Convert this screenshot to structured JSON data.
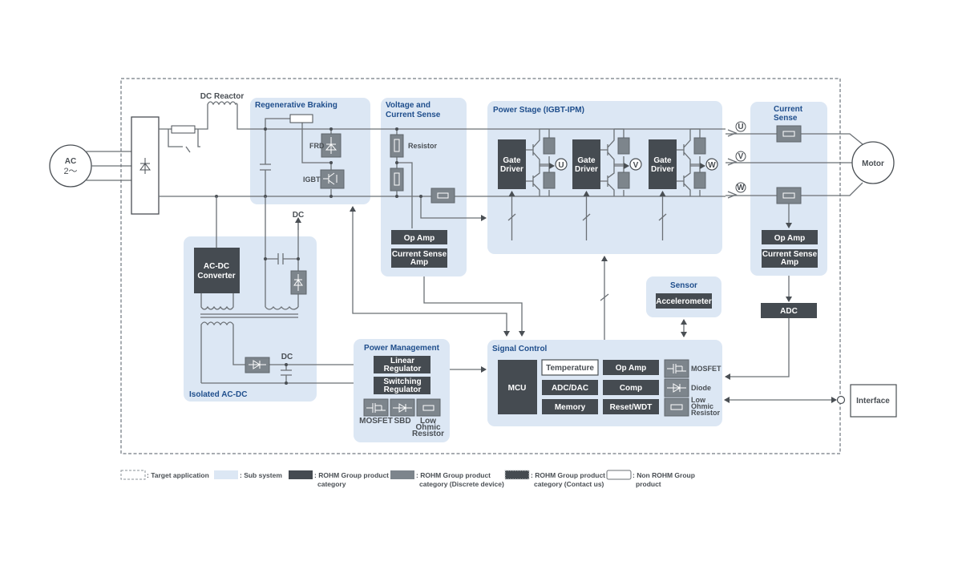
{
  "colors": {
    "subsystem": "#dce7f4",
    "rohm_product": "#454b51",
    "rohm_discrete": "#7d858c",
    "title_blue": "#1f4e8c",
    "wire": "#6b7075"
  },
  "source": {
    "line1": "AC",
    "line2": "2～"
  },
  "dc_reactor": "DC Reactor",
  "motor": "Motor",
  "interface": "Interface",
  "regen": {
    "title": "Regenerative Braking",
    "frd": "FRD",
    "igbt": "IGBT"
  },
  "vcs": {
    "title_1": "Voltage and",
    "title_2": "Current Sense",
    "resistor": "Resistor",
    "opamp": "Op Amp",
    "csa_1": "Current Sense",
    "csa_2": "Amp"
  },
  "power_stage": {
    "title": "Power Stage (IGBT-IPM)",
    "gate_1": "Gate",
    "gate_2": "Driver",
    "phases": [
      "U",
      "V",
      "W"
    ]
  },
  "current_sense": {
    "title_1": "Current",
    "title_2": "Sense",
    "opamp": "Op Amp",
    "csa_1": "Current Sense",
    "csa_2": "Amp",
    "adc": "ADC"
  },
  "isolated": {
    "title": "Isolated AC-DC",
    "conv_1": "AC-DC",
    "conv_2": "Converter",
    "dc_top": "DC",
    "dc_bottom": "DC"
  },
  "power_mgmt": {
    "title": "Power Management",
    "linear_1": "Linear",
    "linear_2": "Regulator",
    "switching_1": "Switching",
    "switching_2": "Regulator",
    "mosfet": "MOSFET",
    "sbd": "SBD",
    "res_1": "Low",
    "res_2": "Ohmic",
    "res_3": "Resistor"
  },
  "sensor": {
    "title": "Sensor",
    "accel": "Accelerometer"
  },
  "signal": {
    "title": "Signal Control",
    "mcu": "MCU",
    "temperature": "Temperature",
    "adcdac": "ADC/DAC",
    "memory": "Memory",
    "opamp": "Op Amp",
    "comp": "Comp",
    "reset": "Reset/WDT",
    "mosfet": "MOSFET",
    "diode": "Diode",
    "res_1": "Low",
    "res_2": "Ohmic",
    "res_3": "Resistor"
  },
  "legend": {
    "target": ": Target application",
    "sub": ": Sub system",
    "rohm_1": ": ROHM Group product",
    "rohm_2": "category",
    "disc_1": ": ROHM Group product",
    "disc_2": "category (Discrete device)",
    "contact_1": ": ROHM Group product",
    "contact_2": "category (Contact us)",
    "non_1": ": Non ROHM Group",
    "non_2": "product"
  }
}
